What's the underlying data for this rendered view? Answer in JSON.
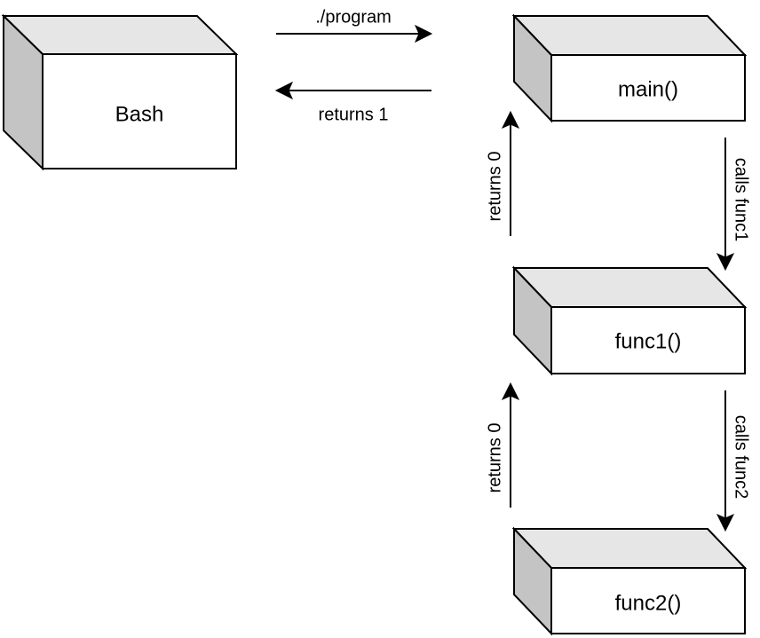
{
  "nodes": {
    "bash": {
      "label": "Bash"
    },
    "main": {
      "label": "main()"
    },
    "func1": {
      "label": "func1()"
    },
    "func2": {
      "label": "func2()"
    }
  },
  "edges": {
    "bash_to_main": {
      "label": "./program"
    },
    "main_to_bash": {
      "label": "returns 1"
    },
    "main_to_func1": {
      "label": "calls func1"
    },
    "func1_to_main": {
      "label": "returns 0"
    },
    "func1_to_func2": {
      "label": "calls func2"
    },
    "func2_to_func1": {
      "label": "returns 0"
    }
  }
}
